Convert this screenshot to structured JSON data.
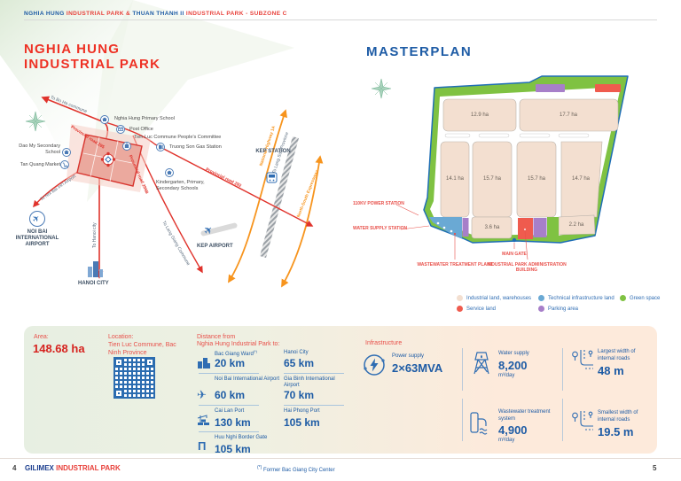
{
  "colors": {
    "brand_red": "#e8403a",
    "brand_blue": "#1d5ba5",
    "title_red": "#ee3124",
    "masterplan_green": "#7fc242",
    "industrial_beige": "#f3dfd0",
    "technical_blue": "#6aa9d4",
    "service_red": "#ef5b4e",
    "parking_purple": "#a77fc9",
    "highway_orange": "#f7941d"
  },
  "header": {
    "seg1": "NGHIA HUNG ",
    "seg2": "INDUSTRIAL PARK & ",
    "seg3": "THUAN THANH II ",
    "seg4": "INDUSTRIAL PARK - SUBZONE C"
  },
  "left_section": {
    "title_line1": "NGHIA HUNG",
    "title_line2": "INDUSTRIAL PARK",
    "map": {
      "pois": {
        "primary_school": "Nghia Hung Primary School",
        "post_office": "Post Office",
        "committee": "Tien Luc Commune People's Committee",
        "gas_station": "Truong Son Gas Station",
        "dao_my": "Dao My Secondary School",
        "market": "Tan Quang Market",
        "kindergarten": "Kindergarten, Primary, Secondary Schools",
        "kep_station": "KEP STATION",
        "kep_airport": "KEP AIRPORT",
        "noi_bai": "NOI BAI INTERNATIONAL AIRPORT",
        "hanoi": "HANOI CITY"
      },
      "roads": {
        "to_bo_ha": "To Bo Ha commune",
        "road_295": "Provincial road 295",
        "road_295b": "Provincial road 295B",
        "road_292": "Provincial road 292",
        "to_noi_bai": "To Noi Bai Int'l Airport",
        "to_hanoi": "To Hanoi city",
        "to_lang_giang": "To Lang Giang Commune",
        "nh_1a": "National Highway 1A",
        "to_lang_son": "To Lang Son Province",
        "ns_expressway": "North-South Expressway"
      }
    }
  },
  "masterplan": {
    "title": "MASTERPLAN",
    "plots": [
      "12.9 ha",
      "17.7 ha",
      "14.1 ha",
      "15.7 ha",
      "15.7 ha",
      "14.7 ha",
      "3.6 ha",
      "2.2 ha"
    ],
    "callouts": {
      "power_station": "110KV POWER STATION",
      "water_station": "WATER SUPPLY STATION",
      "wwtp": "WASTEWATER TREATMENT PLANT",
      "main_gate": "MAIN GATE",
      "admin": "INDUSTRIAL PARK ADMINISTRATION BUILDING"
    },
    "legend": [
      {
        "label": "Industrial land, warehouses",
        "color": "#f3dfd0"
      },
      {
        "label": "Technical infrastructure land",
        "color": "#6aa9d4"
      },
      {
        "label": "Green space",
        "color": "#7fc242"
      },
      {
        "label": "Service land",
        "color": "#ef5b4e"
      },
      {
        "label": "Parking area",
        "color": "#a77fc9"
      }
    ]
  },
  "panel": {
    "area_label": "Area:",
    "area_value": "148.68 ha",
    "location_label": "Location:",
    "location_value": "Tien Luc Commune, Bac Ninh Province",
    "distance": {
      "header_line1": "Distance from",
      "header_line2": "Nghia Hung Industrial Park to:",
      "items": [
        {
          "label": "Bac Giang Ward",
          "sup": "(*)",
          "value": "20 km",
          "icon": "city-buildings-icon"
        },
        {
          "label": "Hanoi City",
          "value": "65 km"
        },
        {
          "label": "Noi Bai International Airport",
          "value": "60 km",
          "icon": "airplane-icon"
        },
        {
          "label": "Gia Binh International Airport",
          "value": "70 km"
        },
        {
          "label": "Cai Lan Port",
          "value": "130 km",
          "icon": "port-crane-icon"
        },
        {
          "label": "Hai Phong Port",
          "value": "105 km"
        },
        {
          "label": "Huu Nghi Border Gate",
          "value": "105 km",
          "icon": "border-gate-icon"
        }
      ]
    },
    "infrastructure": {
      "title": "Infrastructure",
      "items": [
        {
          "label": "Power supply",
          "value": "2×63MVA",
          "icon": "power-icon"
        },
        {
          "label": "Water supply",
          "value": "8,200",
          "unit": "m³/day",
          "icon": "water-tower-icon"
        },
        {
          "label": "Wastewater treatment system",
          "value": "4,900",
          "unit": "m³/day",
          "icon": "wastewater-icon"
        },
        {
          "label": "Largest width of internal roads",
          "value": "48 m",
          "icon": "road-width-icon"
        },
        {
          "label": "Smallest width of internal roads",
          "value": "19.5 m",
          "icon": "road-width-icon"
        }
      ]
    }
  },
  "footer": {
    "page_left": "4",
    "brand_name": "GILIMEX",
    "brand_suffix": "INDUSTRIAL PARK",
    "footnote_sup": "(*)",
    "footnote_text": "Former Bac Giang City Center",
    "page_right": "5"
  }
}
